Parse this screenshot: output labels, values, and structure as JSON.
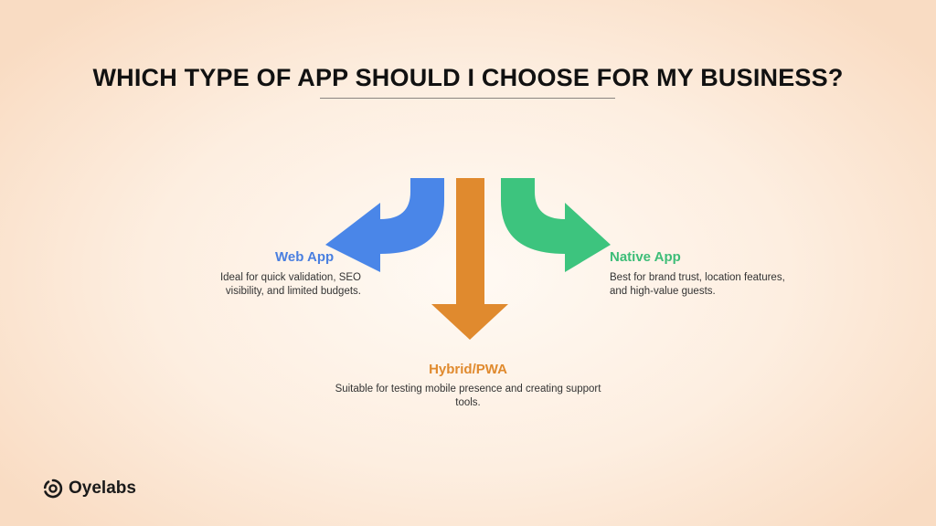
{
  "title": "WHICH TYPE OF APP SHOULD I CHOOSE FOR MY BUSINESS?",
  "colors": {
    "web": "#4a86e8",
    "hybrid": "#e08a2e",
    "native": "#3dc47e"
  },
  "options": {
    "web": {
      "heading": "Web App",
      "description": "Ideal for quick validation, SEO visibility, and limited budgets."
    },
    "native": {
      "heading": "Native App",
      "description": "Best for brand trust, location features, and high-value guests."
    },
    "hybrid": {
      "heading": "Hybrid/PWA",
      "description": "Suitable for testing mobile presence and creating support tools."
    }
  },
  "brand": {
    "name": "Oyelabs",
    "logo_icon": "oyelabs-logo-icon"
  }
}
